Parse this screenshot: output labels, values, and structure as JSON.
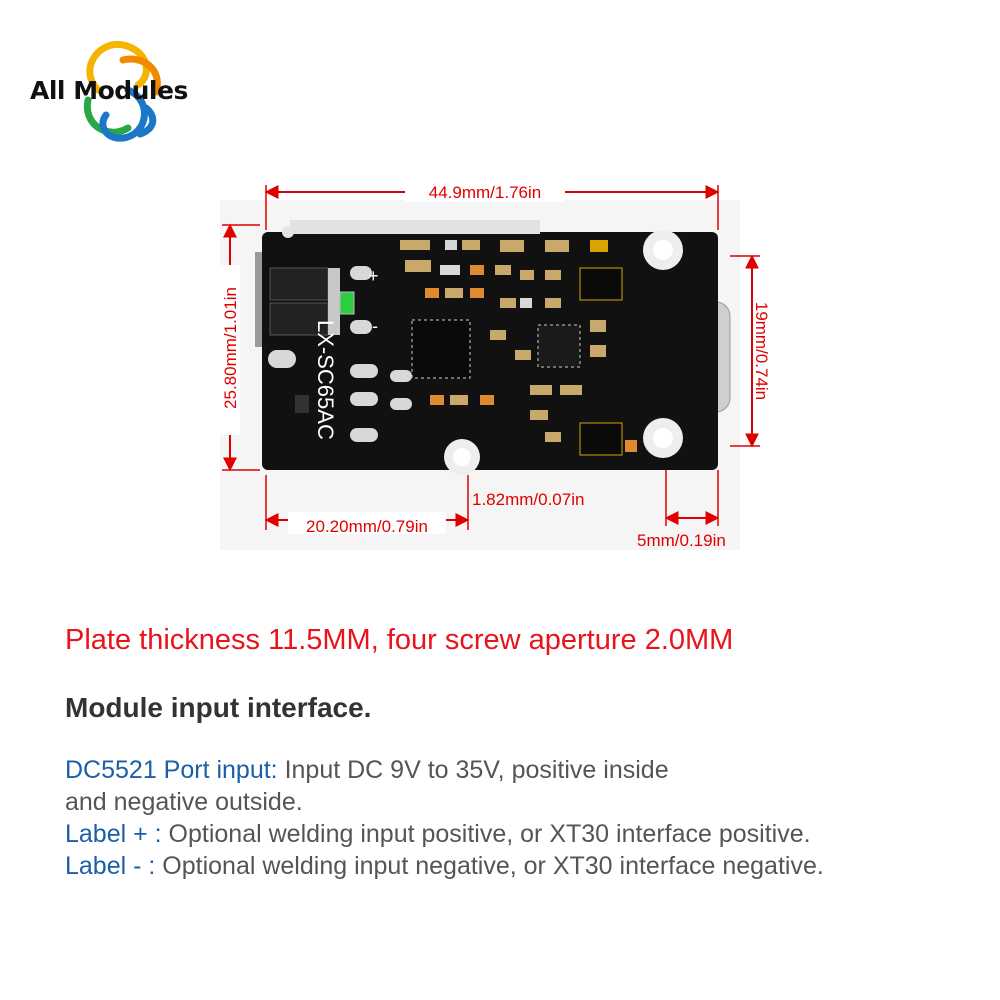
{
  "brand": {
    "logo_text": "All Modules",
    "colors": {
      "yellow": "#f5b400",
      "blue": "#1b78c8",
      "green": "#27a844",
      "orange": "#f08a00"
    }
  },
  "board": {
    "silkscreen_model": "LX-SC65AC",
    "plus_mark": "+",
    "minus_mark": "-",
    "pcb_color": "#111111"
  },
  "dimensions": {
    "width": "44.9mm/1.76in",
    "height": "25.80mm/1.01in",
    "hole_span": "19mm/0.74in",
    "gap": "1.82mm/0.07in",
    "left_offset": "20.20mm/0.79in",
    "right_offset": "5mm/0.19in",
    "dim_color": "#e00000"
  },
  "plate_line": "Plate thickness 11.5MM, four screw aperture 2.0MM",
  "section_title": "Module input interface.",
  "specs": [
    {
      "label": "DC5521 Port input:",
      "text": " Input DC 9V to 35V, positive inside"
    },
    {
      "label": "",
      "text": "and negative outside."
    },
    {
      "label": "Label + :",
      "text": " Optional welding input positive, or XT30 interface positive."
    },
    {
      "label": "Label - :",
      "text": " Optional welding input negative, or XT30 interface negative."
    }
  ]
}
